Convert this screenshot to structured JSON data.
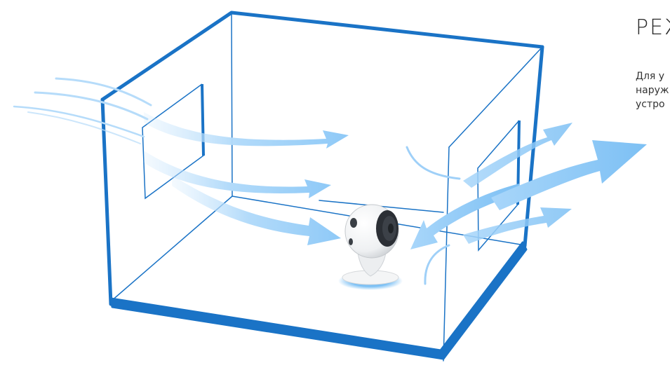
{
  "section": {
    "title": "РЕЖ",
    "description_lines": [
      "Для у",
      "наруж",
      "устро"
    ]
  },
  "colors": {
    "frame": "#1a73c6",
    "airflow": "#8ec9f7",
    "airflow_light": "#c9e5fc",
    "text": "#333333"
  },
  "icons": {
    "device": "circular-fan-icon"
  }
}
